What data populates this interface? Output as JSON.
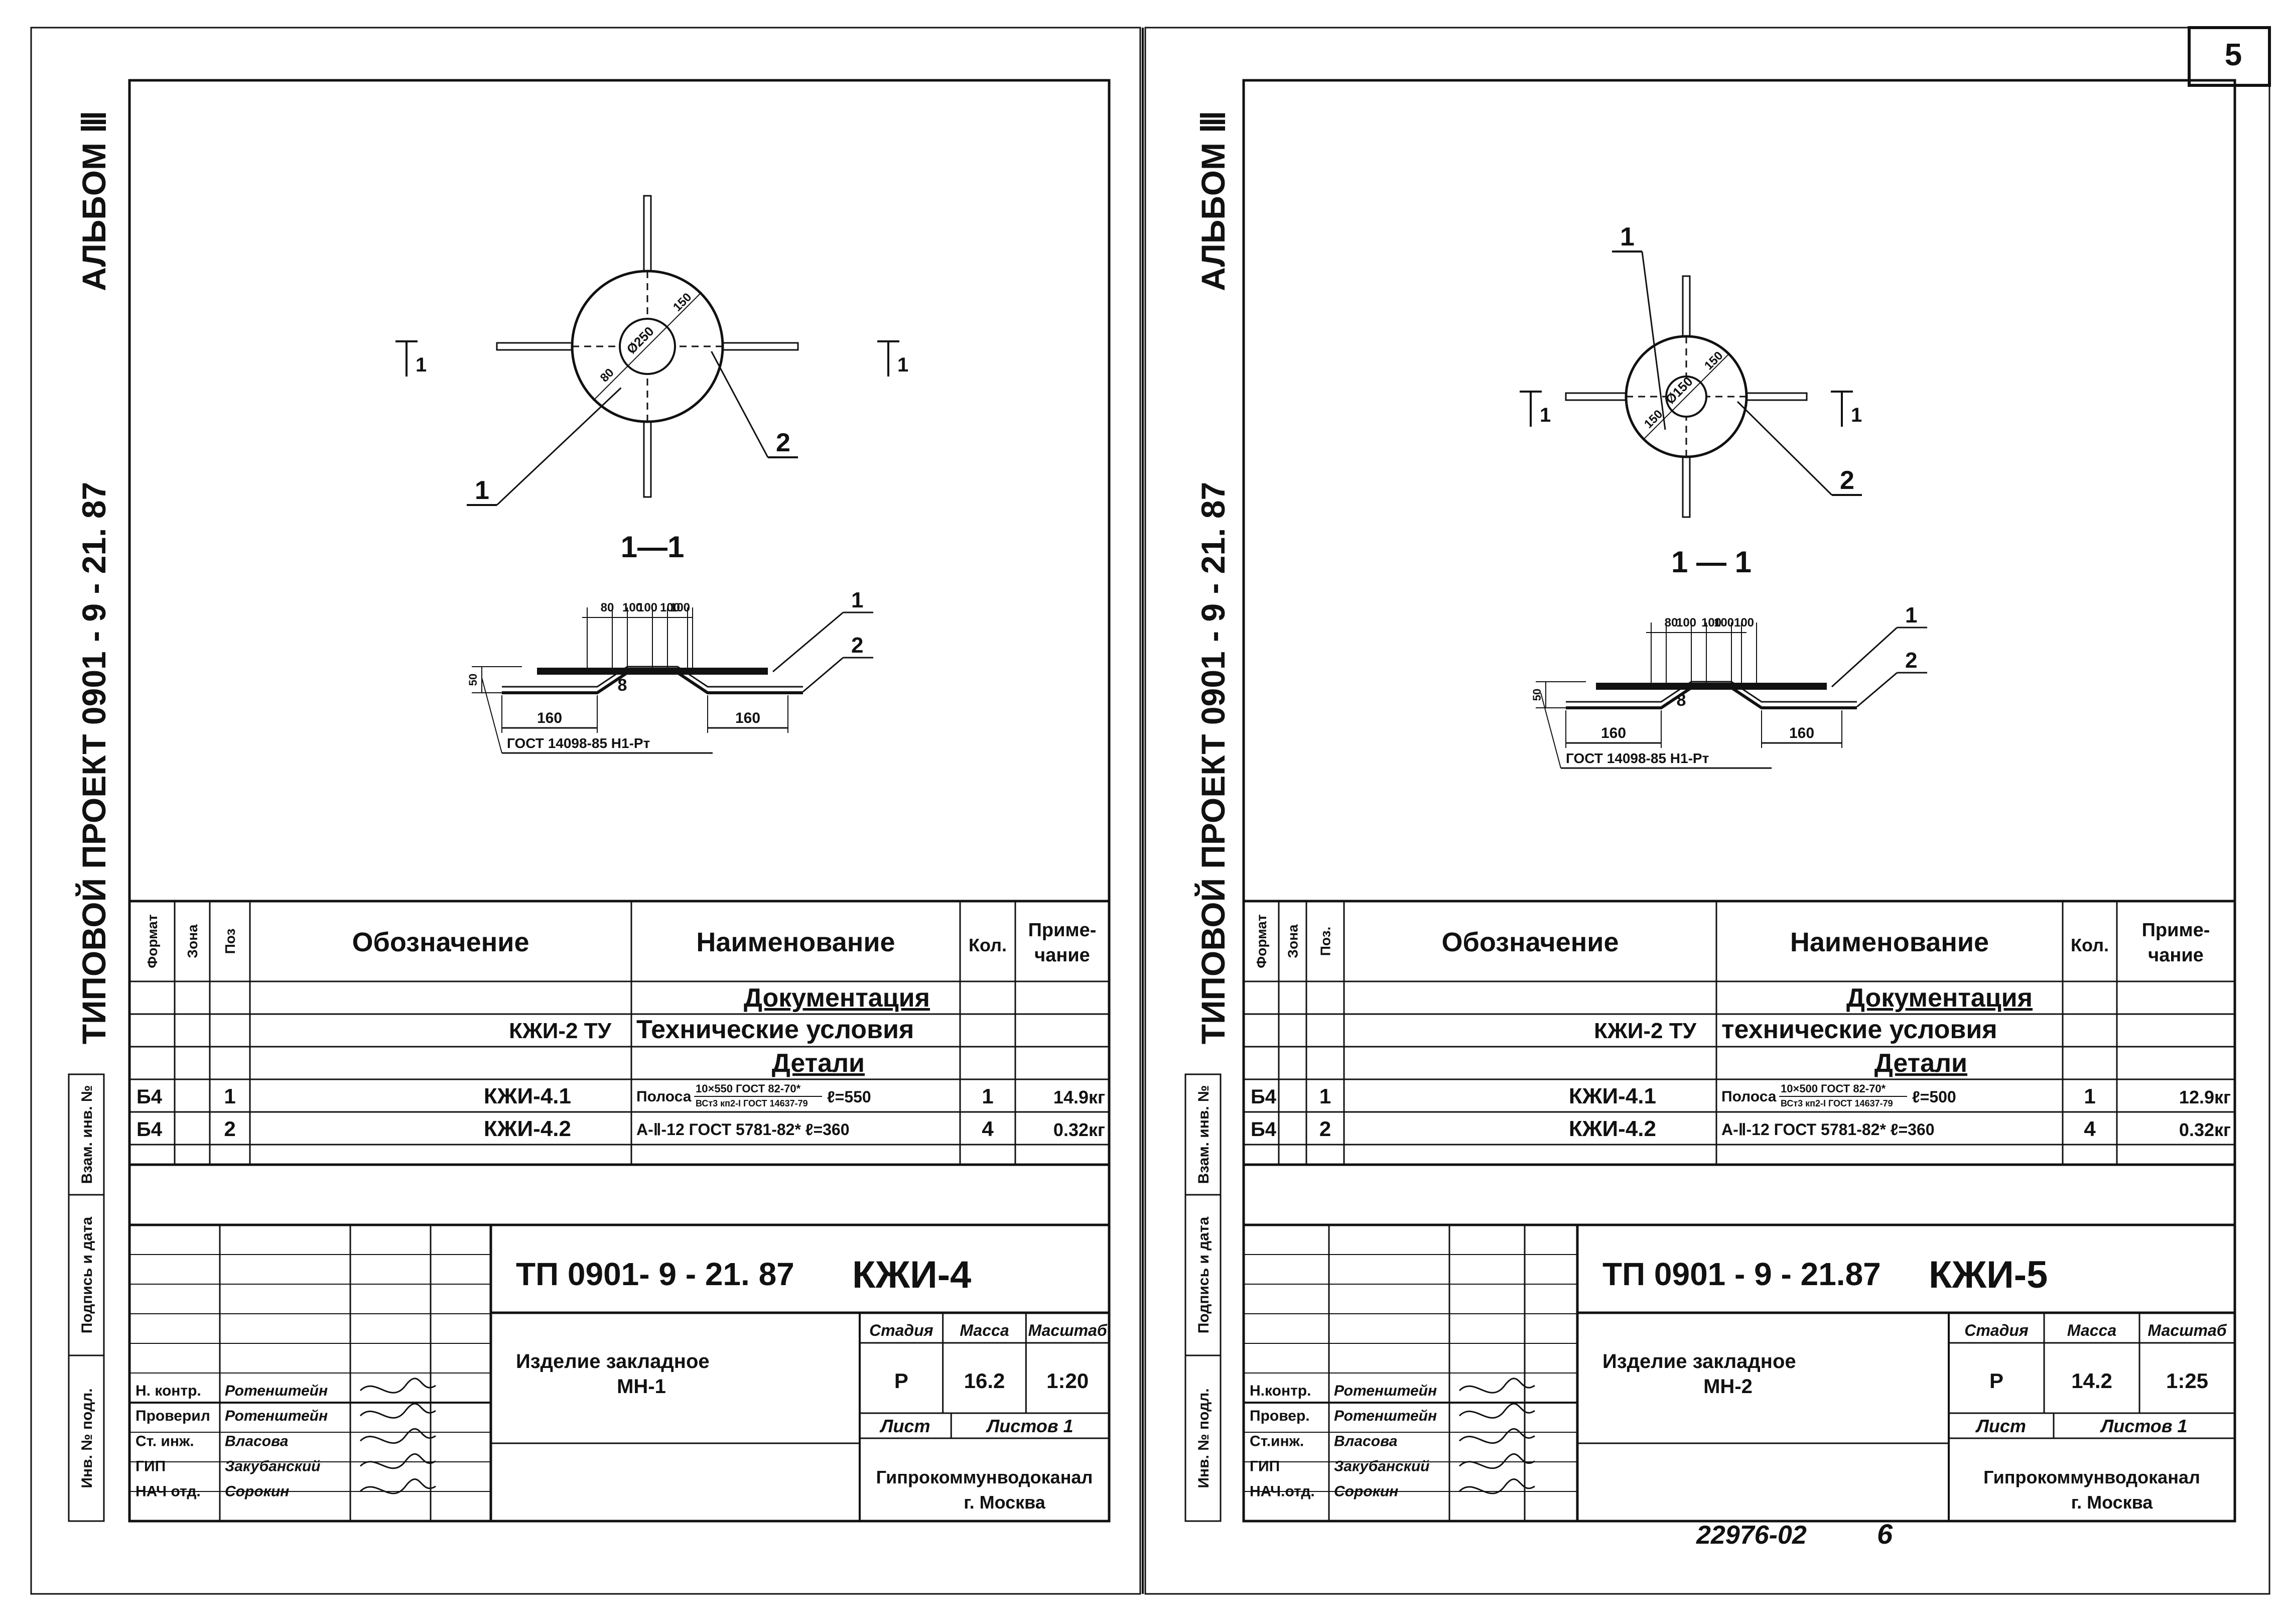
{
  "page_number": "5",
  "footer": {
    "archive_code": "22976-02",
    "sheet_mark": "6"
  },
  "sheets": [
    {
      "id": "left",
      "side_title_project": "ТИПОВОЙ ПРОЕКТ 0901 - 9 - 21. 87",
      "side_title_album": "АЛЬБОМ Ⅲ",
      "side_labels": [
        "Инв. № подл.",
        "Подпись и дата",
        "Взам. инв. №"
      ],
      "drawing": {
        "plan_dims": [
          "Ø250",
          "150",
          "80"
        ],
        "section_marker": "1",
        "section_label": "1—1",
        "callouts": [
          "1",
          "2"
        ],
        "section_dims_top": [
          "80",
          "100",
          "100",
          "100",
          "100"
        ],
        "section_dims_bottom": [
          "160",
          "160"
        ],
        "side_dim": "50",
        "hole_mark": "8",
        "weld_label": "ГОСТ 14098-85 Н1-Рт"
      },
      "spec": {
        "headers": [
          "Формат",
          "Зона",
          "Поз",
          "Обозначение",
          "Наименование",
          "Кол.",
          "Приме- чание"
        ],
        "section_doc": "Документация",
        "doc_row": {
          "designation": "КЖИ-2 ТУ",
          "name": "Технические условия"
        },
        "section_parts": "Детали",
        "rows": [
          {
            "format": "Б4",
            "pos": "1",
            "designation": "КЖИ-4.1",
            "name_prefix": "Полоса",
            "name_num": "10×550 ГОСТ 82-70*",
            "name_den": "ВСт3 кп2-I ГОСТ 14637-79",
            "name_suffix": "ℓ=550",
            "qty": "1",
            "note": "14.9кг"
          },
          {
            "format": "Б4",
            "pos": "2",
            "designation": "КЖИ-4.2",
            "name_prefix": "",
            "name_num": "",
            "name_den": "",
            "name_suffix": "А-Ⅱ-12 ГОСТ 5781-82*  ℓ=360",
            "qty": "4",
            "note": "0.32кг"
          }
        ]
      },
      "title_block": {
        "code": "ТП 0901- 9 - 21. 87",
        "sheet_code": "КЖИ-4",
        "item_line1": "Изделие  закладное",
        "item_line2": "МН-1",
        "col_headers": [
          "Стадия",
          "Масса",
          "Масштаб"
        ],
        "stage": "Р",
        "mass": "16.2",
        "scale": "1:20",
        "sheet_label": "Лист",
        "sheets_label": "Листов 1",
        "org_line1": "Гипрокоммунводоканал",
        "org_line2": "г. Москва",
        "signers": [
          {
            "role": "Н. контр.",
            "name": "Ротенштейн"
          },
          {
            "role": "Проверил",
            "name": "Ротенштейн"
          },
          {
            "role": "Ст. инж.",
            "name": "Власова"
          },
          {
            "role": "ГИП",
            "name": "Закубанский"
          },
          {
            "role": "НАЧ отд.",
            "name": "Сорокин"
          }
        ]
      }
    },
    {
      "id": "right",
      "side_title_project": "ТИПОВОЙ ПРОЕКТ 0901 - 9 - 21. 87",
      "side_title_album": "АЛЬБОМ Ⅲ",
      "side_labels": [
        "Инв. № подл.",
        "Подпись и дата",
        "Взам. инв. №"
      ],
      "drawing": {
        "plan_dims": [
          "Ø150",
          "150",
          "150"
        ],
        "section_marker": "1",
        "section_label": "1 — 1",
        "callouts": [
          "1",
          "2"
        ],
        "section_dims_top": [
          "80",
          "100",
          "100",
          "100",
          "100"
        ],
        "section_dims_bottom": [
          "160",
          "160"
        ],
        "side_dim": "50",
        "hole_mark": "8",
        "weld_label": "ГОСТ 14098-85 Н1-Рт"
      },
      "spec": {
        "headers": [
          "Формат",
          "Зона",
          "Поз.",
          "Обозначение",
          "Наименование",
          "Кол.",
          "Приме- чание"
        ],
        "section_doc": "Документация",
        "doc_row": {
          "designation": "КЖИ-2 ТУ",
          "name": "технические условия"
        },
        "section_parts": "Детали",
        "rows": [
          {
            "format": "Б4",
            "pos": "1",
            "designation": "КЖИ-4.1",
            "name_prefix": "Полоса",
            "name_num": "10×500 ГОСТ 82-70*",
            "name_den": "ВСт3 кп2-I ГОСТ 14637-79",
            "name_suffix": "ℓ=500",
            "qty": "1",
            "note": "12.9кг"
          },
          {
            "format": "Б4",
            "pos": "2",
            "designation": "КЖИ-4.2",
            "name_prefix": "",
            "name_num": "",
            "name_den": "",
            "name_suffix": "А-Ⅱ-12 ГОСТ 5781-82*  ℓ=360",
            "qty": "4",
            "note": "0.32кг"
          }
        ]
      },
      "title_block": {
        "code": "ТП 0901 - 9 - 21.87",
        "sheet_code": "КЖИ-5",
        "item_line1": "Изделие  закладное",
        "item_line2": "МН-2",
        "col_headers": [
          "Стадия",
          "Масса",
          "Масштаб"
        ],
        "stage": "Р",
        "mass": "14.2",
        "scale": "1:25",
        "sheet_label": "Лист",
        "sheets_label": "Листов 1",
        "org_line1": "Гипрокоммунводоканал",
        "org_line2": "г. Москва",
        "signers": [
          {
            "role": "Н.контр.",
            "name": "Ротенштейн"
          },
          {
            "role": "Провер.",
            "name": "Ротенштейн"
          },
          {
            "role": "Ст.инж.",
            "name": "Власова"
          },
          {
            "role": "ГИП",
            "name": "Закубанский"
          },
          {
            "role": "НАЧ.отд.",
            "name": "Сорокин"
          }
        ]
      }
    }
  ]
}
